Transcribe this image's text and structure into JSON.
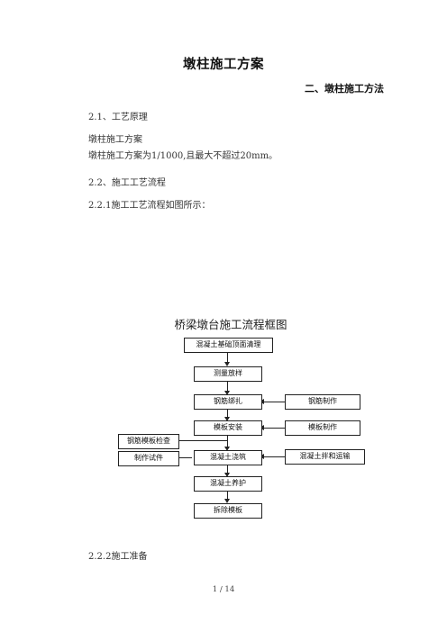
{
  "document": {
    "title": "墩柱施工方案",
    "section_heading": "二、墩柱施工方法",
    "paragraphs": [
      "2.1、工艺原理",
      "墩柱施工方案",
      "墩柱施工方案为1/1000,且最大不超过20mm。",
      "2.2、施工工艺流程",
      "2.2.1施工工艺流程如图所示：",
      "2.2.2施工准备"
    ]
  },
  "flowchart": {
    "title": "桥梁墩台施工流程框图",
    "main_steps": [
      "混凝土基础顶面清理",
      "测量放样",
      "钢筋绑扎",
      "模板安装",
      "混凝土浇筑",
      "混凝土养护",
      "拆除模板"
    ],
    "side_steps": {
      "rebar_fabrication": "钢筋制作",
      "formwork_fabrication": "模板制作",
      "concrete_mixing_transport": "混凝土拌和运输",
      "rebar_formwork_inspection": "钢筋模板检查",
      "make_test_blocks": "制作试件"
    }
  },
  "footer": {
    "page_indicator": "1 / 14"
  }
}
